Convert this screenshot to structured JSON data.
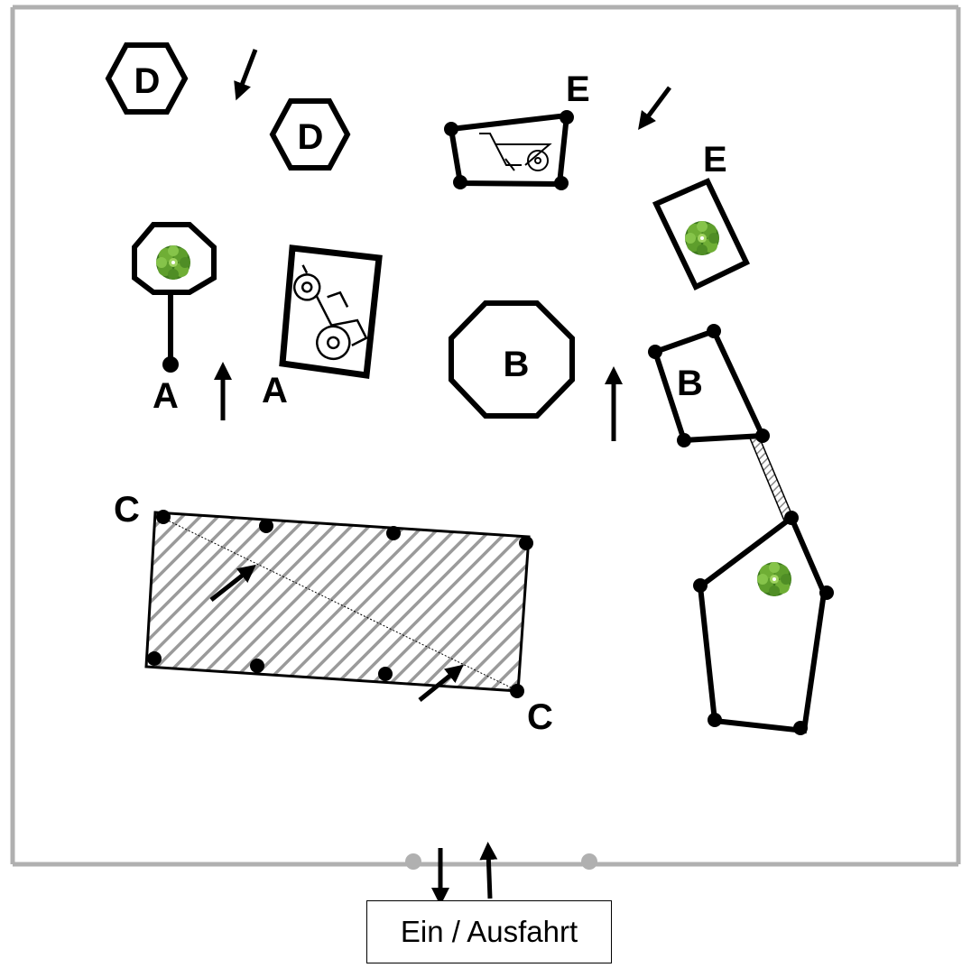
{
  "labels": {
    "a1": "A",
    "a2": "A",
    "b1": "B",
    "b2": "B",
    "c1": "C",
    "c2": "C",
    "d1": "D",
    "d2": "D",
    "e1": "E",
    "e2": "E"
  },
  "entrance": {
    "label": "Ein / Ausfahrt"
  },
  "icons": [
    "wheelbarrow-icon",
    "tractor-icon",
    "tree-icon"
  ],
  "colors": {
    "fence": "#b0b0b0",
    "stroke": "#000000",
    "hatch": "#9a9a9a",
    "tree_dark": "#3e7a1e",
    "tree_light": "#7fbf3f"
  }
}
